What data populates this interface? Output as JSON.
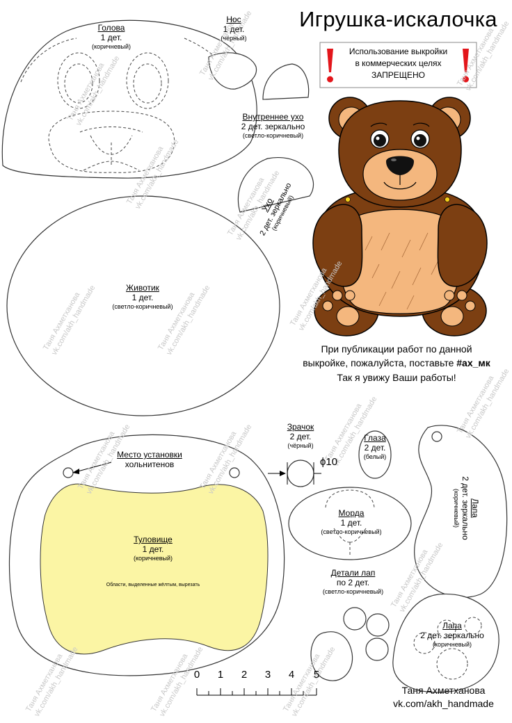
{
  "title": "Игрушка-искалочка",
  "warning": {
    "line1": "Использование выкройки",
    "line2": "в коммерческих целях",
    "line3": "ЗАПРЕЩЕНО",
    "color": "#e3161b"
  },
  "publish": {
    "line1": "При публикации работ по данной",
    "line2a": "выкройке, пожалуйста, поставьте ",
    "hashtag": "#ах_мк",
    "line3": "Так я увижу Ваши работы!"
  },
  "parts": {
    "head": {
      "name": "Голова",
      "count": "1 дет.",
      "color_note": "(коричневый)"
    },
    "nose": {
      "name": "Нос",
      "count": "1 дет.",
      "color_note": "(чёрный)"
    },
    "inner_ear": {
      "name": "Внутреннее ухо",
      "count": "2 дет. зеркально",
      "color_note": "(светло-коричневый)"
    },
    "ear": {
      "name": "Ухо",
      "count": "2 дет. зеркально",
      "color_note": "(коричневый)"
    },
    "belly": {
      "name": "Животик",
      "count": "1 дет.",
      "color_note": "(светло-коричневый)"
    },
    "pupil": {
      "name": "Зрачок",
      "count": "2 дет.",
      "color_note": "(чёрный)",
      "diameter": "10"
    },
    "eyes": {
      "name": "Глаза",
      "count": "2 дет.",
      "color_note": "(белый)"
    },
    "mounting": {
      "line1": "Место установки",
      "line2": "хольнитенов"
    },
    "body": {
      "name": "Туловище",
      "count": "1 дет.",
      "color_note": "(коричневый)",
      "cut_note": "Области, выделенные жёлтым, вырезать",
      "fill": "#fbf5a4"
    },
    "muzzle": {
      "name": "Морда",
      "count": "1 дет.",
      "color_note": "(светло-коричневый)"
    },
    "paw_details": {
      "name": "Детали лап",
      "count": "по 2 дет.",
      "color_note": "(светло-коричневый)"
    },
    "paw_big": {
      "name": "Лапа",
      "count": "2 дет. зеркально",
      "color_note": "(коричневый)"
    },
    "paw_small": {
      "name": "Лапа",
      "count": "2 дет. зеркально",
      "color_note": "(коричневый)"
    }
  },
  "ruler": {
    "labels": [
      "0",
      "1",
      "2",
      "3",
      "4",
      "5"
    ]
  },
  "author": {
    "name": "Таня Ахметханова",
    "link": "vk.com/akh_handmade"
  },
  "watermark": {
    "line1": "Таня Ахметханова",
    "line2": "vk.com/akh_handmade"
  },
  "bear_colors": {
    "fur": "#7c3f12",
    "fur_dark": "#5e2e0b",
    "light": "#f4b77e",
    "nose": "#111111"
  }
}
